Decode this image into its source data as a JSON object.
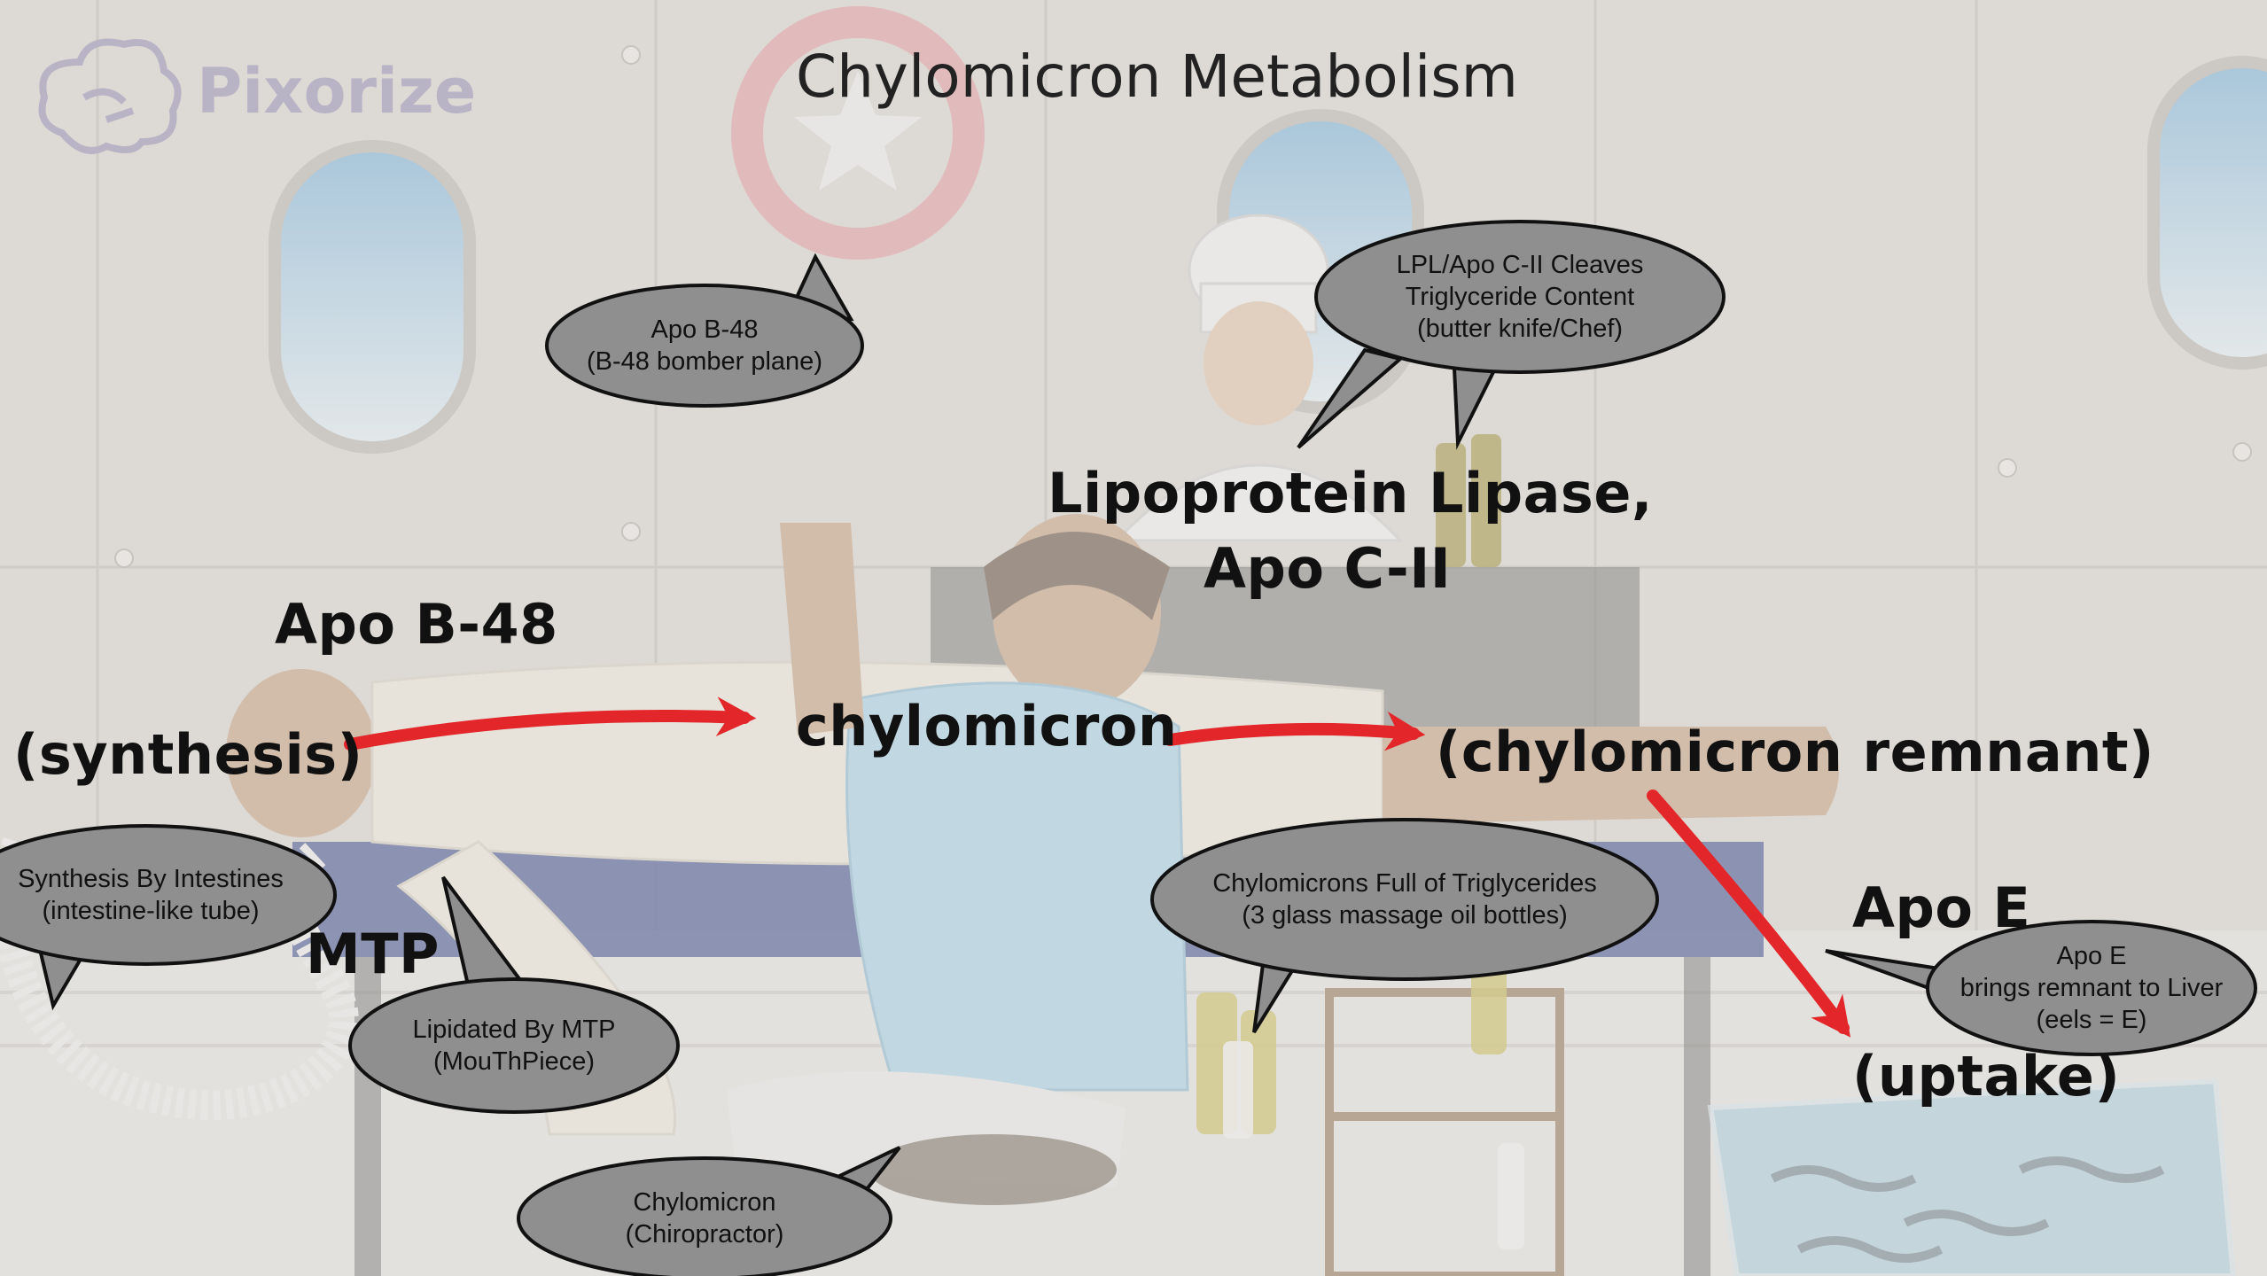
{
  "logo": {
    "text": "Pixorize",
    "icon": "brain-cloud-icon"
  },
  "title": "Chylomicron Metabolism",
  "labels": {
    "apo_b48": "Apo B-48",
    "synthesis": "(synthesis)",
    "chylomicron": "chylomicron",
    "lpl_line1": "Lipoprotein Lipase,",
    "lpl_line2": "Apo C-II",
    "remnant": "(chylomicron remnant)",
    "mtp": "MTP",
    "apo_e": "Apo E",
    "uptake": "(uptake)"
  },
  "bubbles": {
    "apo_b48": [
      "Apo B-48",
      "(B-48 bomber plane)"
    ],
    "lpl": [
      "LPL/Apo C-II Cleaves",
      "Triglyceride Content",
      "(butter knife/Chef)"
    ],
    "synthesis": [
      "Synthesis By Intestines",
      "(intestine-like tube)"
    ],
    "mtp": [
      "Lipidated By MTP",
      "(MouThPiece)"
    ],
    "chylomicron_full": [
      "Chylomicrons Full of Triglycerides",
      "(3 glass massage oil bottles)"
    ],
    "apo_e": [
      "Apo E",
      "brings remnant to Liver",
      "(eels = E)"
    ],
    "chiropractor": [
      "Chylomicron",
      "(Chiropractor)"
    ]
  },
  "colors": {
    "arrow": "#e3262a",
    "bubble": "#8f8f8f",
    "wall": "#d9d6d2",
    "table": "#2f3f86"
  }
}
